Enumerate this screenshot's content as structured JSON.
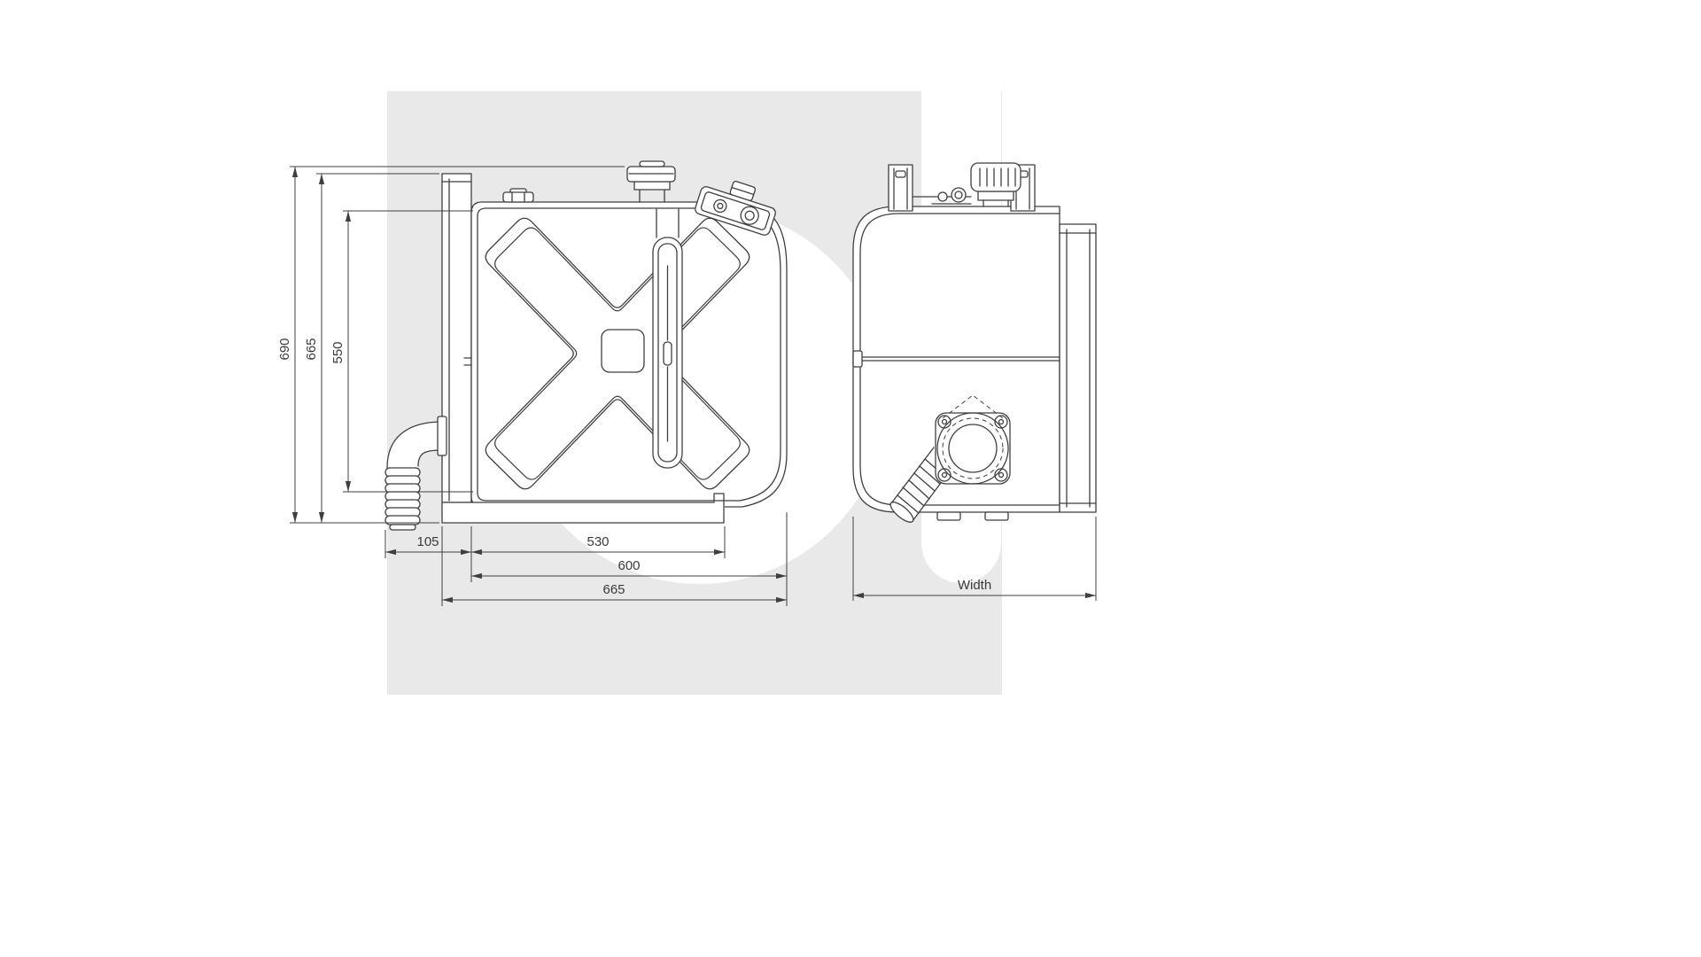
{
  "colors": {
    "background": "#ffffff",
    "watermark_gray": "#e9e9e9",
    "line": "#3f3f3f",
    "dimension_text": "#3a3a3a"
  },
  "drawing": {
    "front_view": {
      "dims": {
        "height_overall": "690",
        "height_body": "665",
        "height_inner": "550",
        "offset_left": "105",
        "width_inner": "530",
        "width_body": "600",
        "width_overall": "665"
      }
    },
    "side_view": {
      "dims": {
        "width_label": "Width"
      }
    }
  }
}
